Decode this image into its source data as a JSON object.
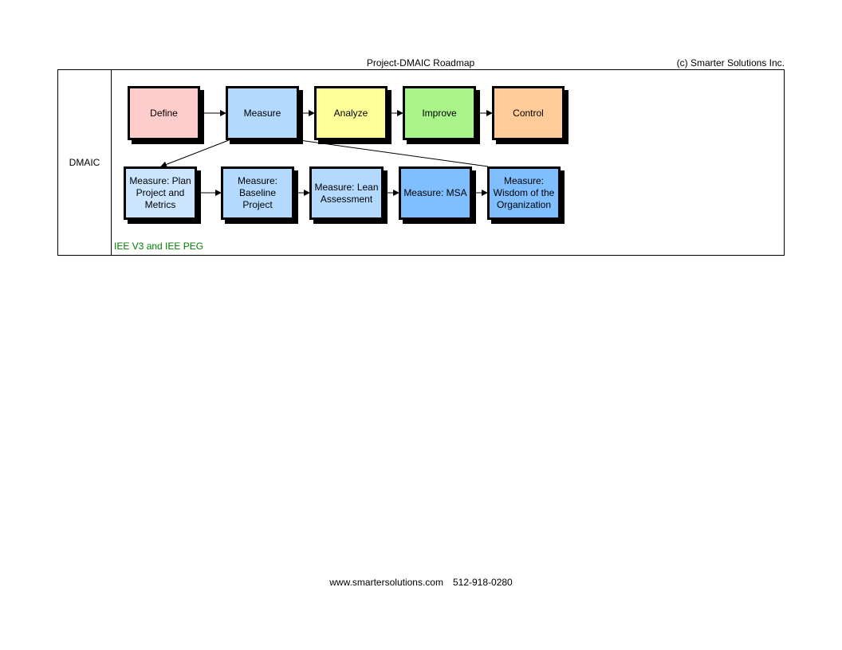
{
  "header": {
    "title": "Project-DMAIC Roadmap",
    "copyright": "(c) Smarter Solutions Inc."
  },
  "diagram": {
    "row_label": "DMAIC",
    "source": "IEE V3 and IEE PEG",
    "phases": [
      {
        "label": "Define",
        "color": "#FFCCCC"
      },
      {
        "label": "Measure",
        "color": "#B3D9FF"
      },
      {
        "label": "Analyze",
        "color": "#FFFF99"
      },
      {
        "label": "Improve",
        "color": "#A9F58A"
      },
      {
        "label": "Control",
        "color": "#FFCC99"
      }
    ],
    "measure_steps": [
      {
        "label": "Measure: Plan Project and Metrics",
        "color": "#CCE5FF"
      },
      {
        "label": "Measure: Baseline Project",
        "color": "#B3D9FF"
      },
      {
        "label": "Measure: Lean Assessment",
        "color": "#B3D9FF"
      },
      {
        "label": "Measure: MSA",
        "color": "#80BFFF"
      },
      {
        "label": "Measure: Wisdom of the Organization",
        "color": "#80BFFF"
      }
    ]
  },
  "footer": {
    "website": "www.smartersolutions.com",
    "phone": "512-918-0280"
  }
}
